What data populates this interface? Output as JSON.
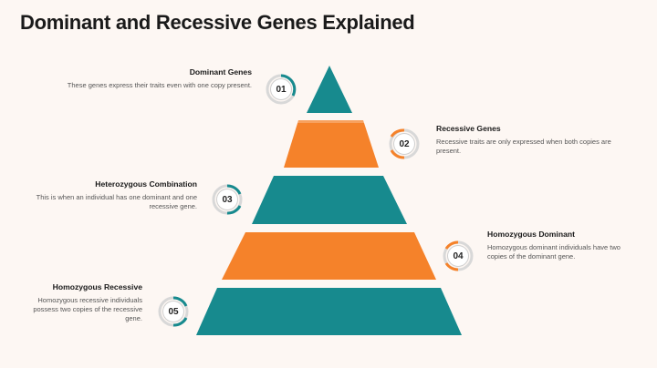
{
  "title": "Dominant and Recessive Genes Explained",
  "colors": {
    "teal": "#178a8e",
    "orange": "#f5822a",
    "background": "#fdf7f3"
  },
  "steps": [
    {
      "number": "01",
      "heading": "Dominant Genes",
      "text": "These genes express their traits even with one copy present.",
      "color": "teal"
    },
    {
      "number": "02",
      "heading": "Recessive Genes",
      "text": "Recessive traits are only expressed when both copies are present.",
      "color": "orange"
    },
    {
      "number": "03",
      "heading": "Heterozygous Combination",
      "text": "This is when an individual has one dominant and one recessive gene.",
      "color": "teal"
    },
    {
      "number": "04",
      "heading": "Homozygous Dominant",
      "text": "Homozygous dominant individuals have two copies of the dominant gene.",
      "color": "orange"
    },
    {
      "number": "05",
      "heading": "Homozygous Recessive",
      "text": "Homozygous recessive individuals possess two copies of the recessive gene.",
      "color": "teal"
    }
  ]
}
